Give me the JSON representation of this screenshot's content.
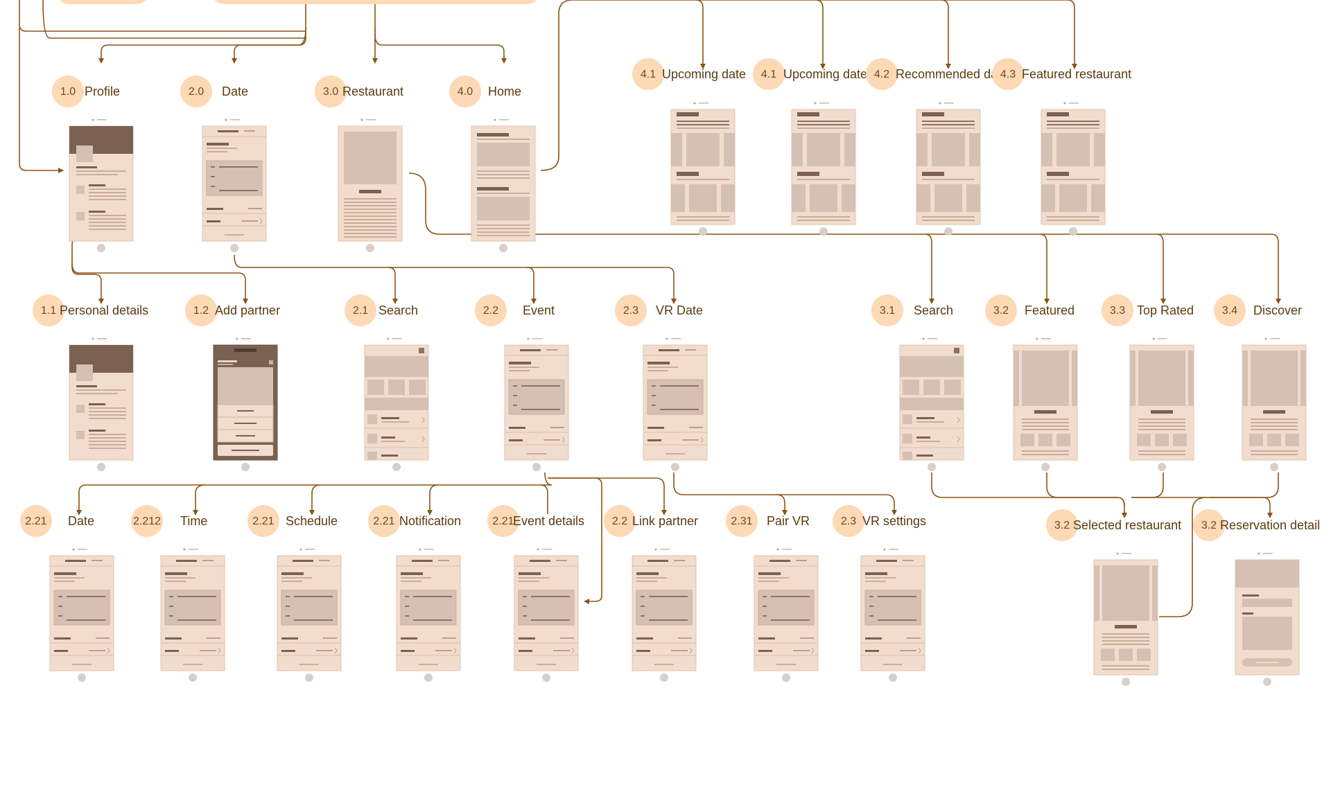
{
  "colors": {
    "badge": "#fdd9b5",
    "screen": "#f2dccd",
    "screen_border": "#e2c3ad",
    "block": "#d6c0b3",
    "dark": "#7a6151",
    "connector": "#8a5416",
    "label": "#5a3b10"
  },
  "nodes": {
    "n1_0": {
      "num": "1.0",
      "label": "Profile"
    },
    "n2_0": {
      "num": "2.0",
      "label": "Date"
    },
    "n3_0": {
      "num": "3.0",
      "label": "Restaurant"
    },
    "n4_0": {
      "num": "4.0",
      "label": "Home"
    },
    "n4_1a": {
      "num": "4.1",
      "label": "Upcoming date"
    },
    "n4_1b": {
      "num": "4.1",
      "label": "Upcoming date"
    },
    "n4_2": {
      "num": "4.2",
      "label": "Recommended  dat"
    },
    "n4_3": {
      "num": "4.3",
      "label": "Featured restaurant"
    },
    "n1_1": {
      "num": "1.1",
      "label": "Personal details"
    },
    "n1_2": {
      "num": "1.2",
      "label": "Add partner"
    },
    "n2_1": {
      "num": "2.1",
      "label": "Search"
    },
    "n2_2": {
      "num": "2.2",
      "label": "Event"
    },
    "n2_3": {
      "num": "2.3",
      "label": "VR Date"
    },
    "n3_1": {
      "num": "3.1",
      "label": "Search"
    },
    "n3_2": {
      "num": "3.2",
      "label": "Featured"
    },
    "n3_3": {
      "num": "3.3",
      "label": "Top Rated"
    },
    "n3_4": {
      "num": "3.4",
      "label": "Discover"
    },
    "n2_21a": {
      "num": "2.21",
      "label": "Date"
    },
    "n2_212": {
      "num": "2.212",
      "label": "Time"
    },
    "n2_21b": {
      "num": "2.21",
      "label": "Schedule"
    },
    "n2_21c": {
      "num": "2.21",
      "label": "Notification"
    },
    "n2_21d": {
      "num": "2.21",
      "label": "Event details"
    },
    "n2_2b": {
      "num": "2.2",
      "label": "Link partner"
    },
    "n2_31": {
      "num": "2.31",
      "label": "Pair VR"
    },
    "n2_3b": {
      "num": "2.3",
      "label": "VR settings"
    },
    "n3_2b": {
      "num": "3.2",
      "label": "Selected restaurant"
    },
    "n3_2c": {
      "num": "3.2",
      "label": "Reservation detail"
    }
  }
}
